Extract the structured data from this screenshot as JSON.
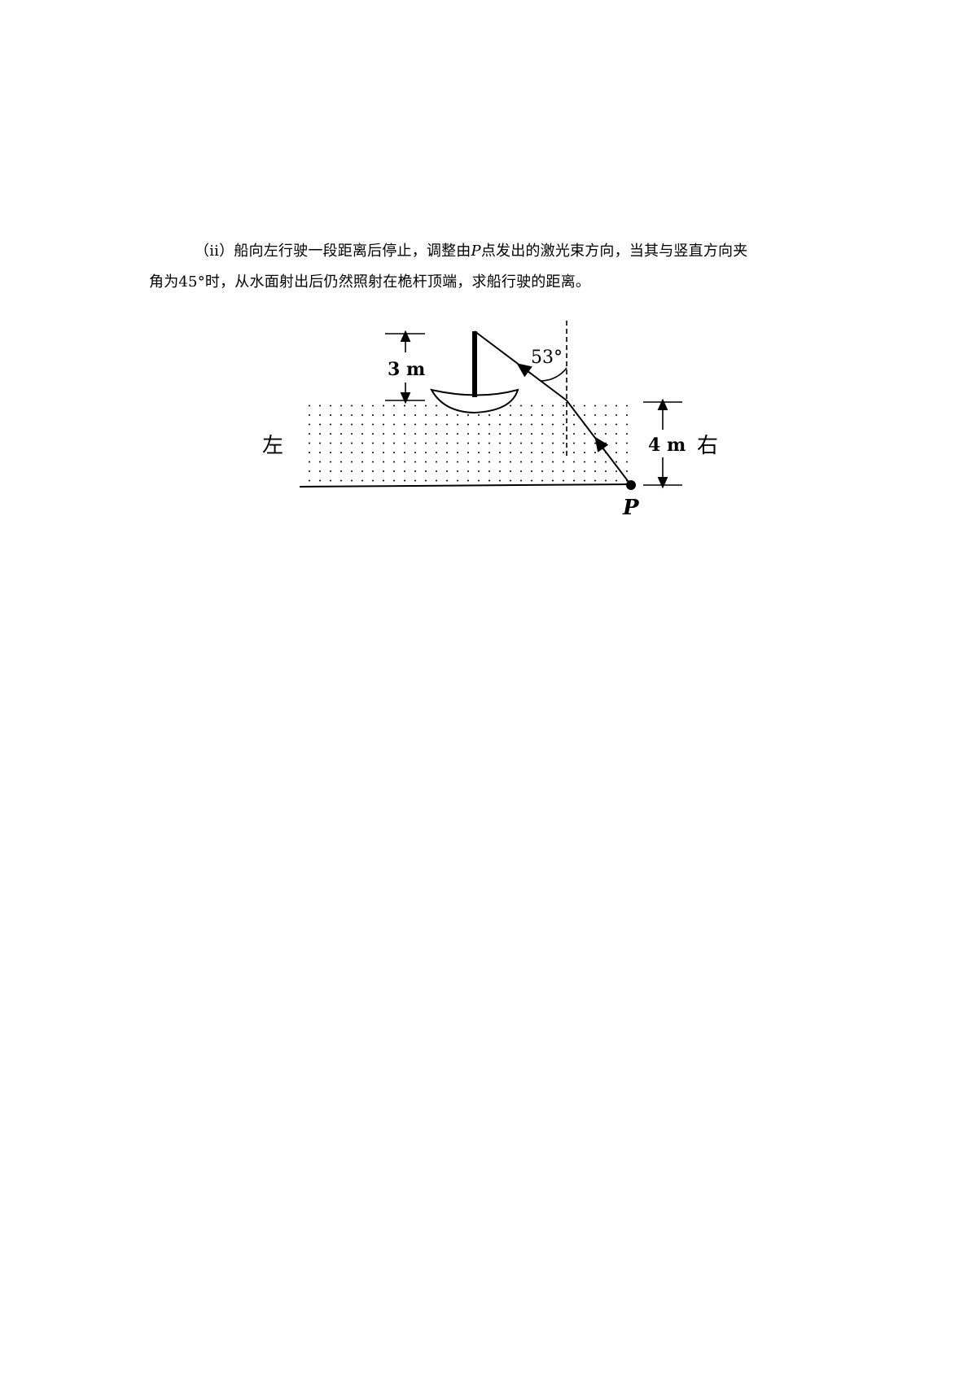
{
  "question": {
    "line1": "（ii）船向左行驶一段距离后停止，调整由",
    "point_label_inline": "P",
    "line1_rest": "点发出的激光束方向，当其与竖直方向夹",
    "line2": "角为45°时，从水面射出后仍然照射在桅杆顶端，求船行驶的距离。"
  },
  "figure": {
    "angle_label": "53°",
    "mast_height_label": "3 m",
    "depth_label": "4 m",
    "left_label": "左",
    "right_label": "右",
    "point_label": "P"
  }
}
